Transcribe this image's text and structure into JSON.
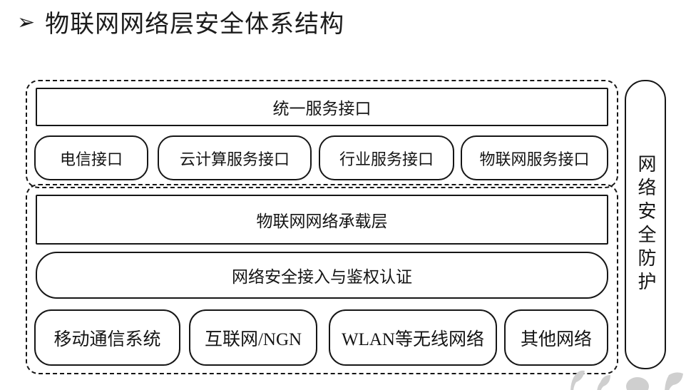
{
  "title": {
    "bullet": "➢",
    "text": "物联网网络层安全体系结构"
  },
  "diagram": {
    "service_layer": {
      "unified_interface": "统一服务接口",
      "interfaces": [
        "电信接口",
        "云计算服务接口",
        "行业服务接口",
        "物联网服务接口"
      ]
    },
    "bearer_layer": {
      "title": "物联网网络承载层",
      "auth": "网络安全接入与鉴权认证",
      "networks": [
        "移动通信系统",
        "互联网/NGN",
        "WLAN等无线网络",
        "其他网络"
      ]
    },
    "side_label": "网络安全防护"
  },
  "colors": {
    "line": "#161616",
    "text": "#141414",
    "background": "#ffffff",
    "watermark": "#cfcfcf"
  }
}
